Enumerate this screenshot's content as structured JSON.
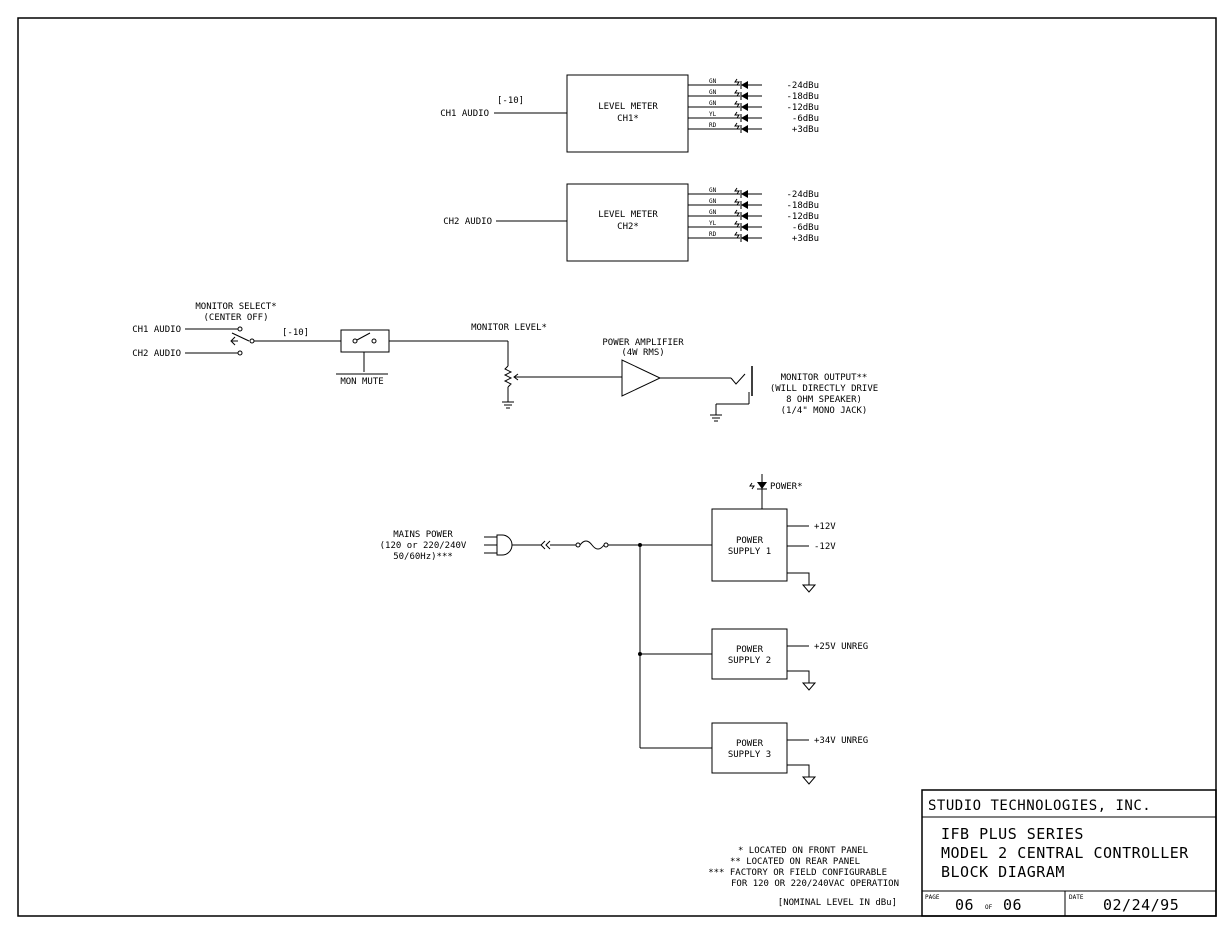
{
  "meters": [
    {
      "input_label": "CH1 AUDIO",
      "input_level": "[-10]",
      "title": "LEVEL METER",
      "channel": "CH1*",
      "leds": [
        {
          "color": "GN",
          "level": "-24dBu"
        },
        {
          "color": "GN",
          "level": "-18dBu"
        },
        {
          "color": "GN",
          "level": "-12dBu"
        },
        {
          "color": "YL",
          "level": "-6dBu"
        },
        {
          "color": "RD",
          "level": "+3dBu"
        }
      ]
    },
    {
      "input_label": "CH2 AUDIO",
      "input_level": "",
      "title": "LEVEL METER",
      "channel": "CH2*",
      "leds": [
        {
          "color": "GN",
          "level": "-24dBu"
        },
        {
          "color": "GN",
          "level": "-18dBu"
        },
        {
          "color": "GN",
          "level": "-12dBu"
        },
        {
          "color": "YL",
          "level": "-6dBu"
        },
        {
          "color": "RD",
          "level": "+3dBu"
        }
      ]
    }
  ],
  "monitor": {
    "select_label": "MONITOR SELECT*",
    "select_sub": "(CENTER OFF)",
    "ch1": "CH1 AUDIO",
    "ch2": "CH2 AUDIO",
    "level_tag": "[-10]",
    "mute": "MON MUTE",
    "level_label": "MONITOR LEVEL*",
    "amp_label": "POWER AMPLIFIER",
    "amp_sub": "(4W RMS)",
    "output_lines": [
      "MONITOR OUTPUT**",
      "(WILL DIRECTLY DRIVE",
      "8 OHM SPEAKER)",
      "(1/4\" MONO JACK)"
    ]
  },
  "power": {
    "mains_lines": [
      "MAINS POWER",
      "(120 or 220/240V",
      "50/60Hz)***"
    ],
    "indicator": "POWER*",
    "supplies": [
      {
        "line1": "POWER",
        "line2": "SUPPLY 1",
        "outputs": [
          "+12V",
          "-12V"
        ]
      },
      {
        "line1": "POWER",
        "line2": "SUPPLY 2",
        "outputs": [
          "+25V UNREG"
        ]
      },
      {
        "line1": "POWER",
        "line2": "SUPPLY 3",
        "outputs": [
          "+34V UNREG"
        ]
      }
    ]
  },
  "notes": [
    "* LOCATED ON FRONT PANEL",
    "** LOCATED ON REAR PANEL",
    "*** FACTORY OR FIELD CONFIGURABLE",
    "FOR 120 OR 220/240VAC OPERATION",
    "[NOMINAL LEVEL IN dBu]"
  ],
  "title_block": {
    "company": "STUDIO TECHNOLOGIES, INC.",
    "title_lines": [
      "IFB PLUS SERIES",
      "MODEL 2 CENTRAL CONTROLLER",
      "BLOCK DIAGRAM"
    ],
    "page_caption": "PAGE",
    "page": "06",
    "of": "OF",
    "total": "06",
    "date_caption": "DATE",
    "date": "02/24/95"
  }
}
